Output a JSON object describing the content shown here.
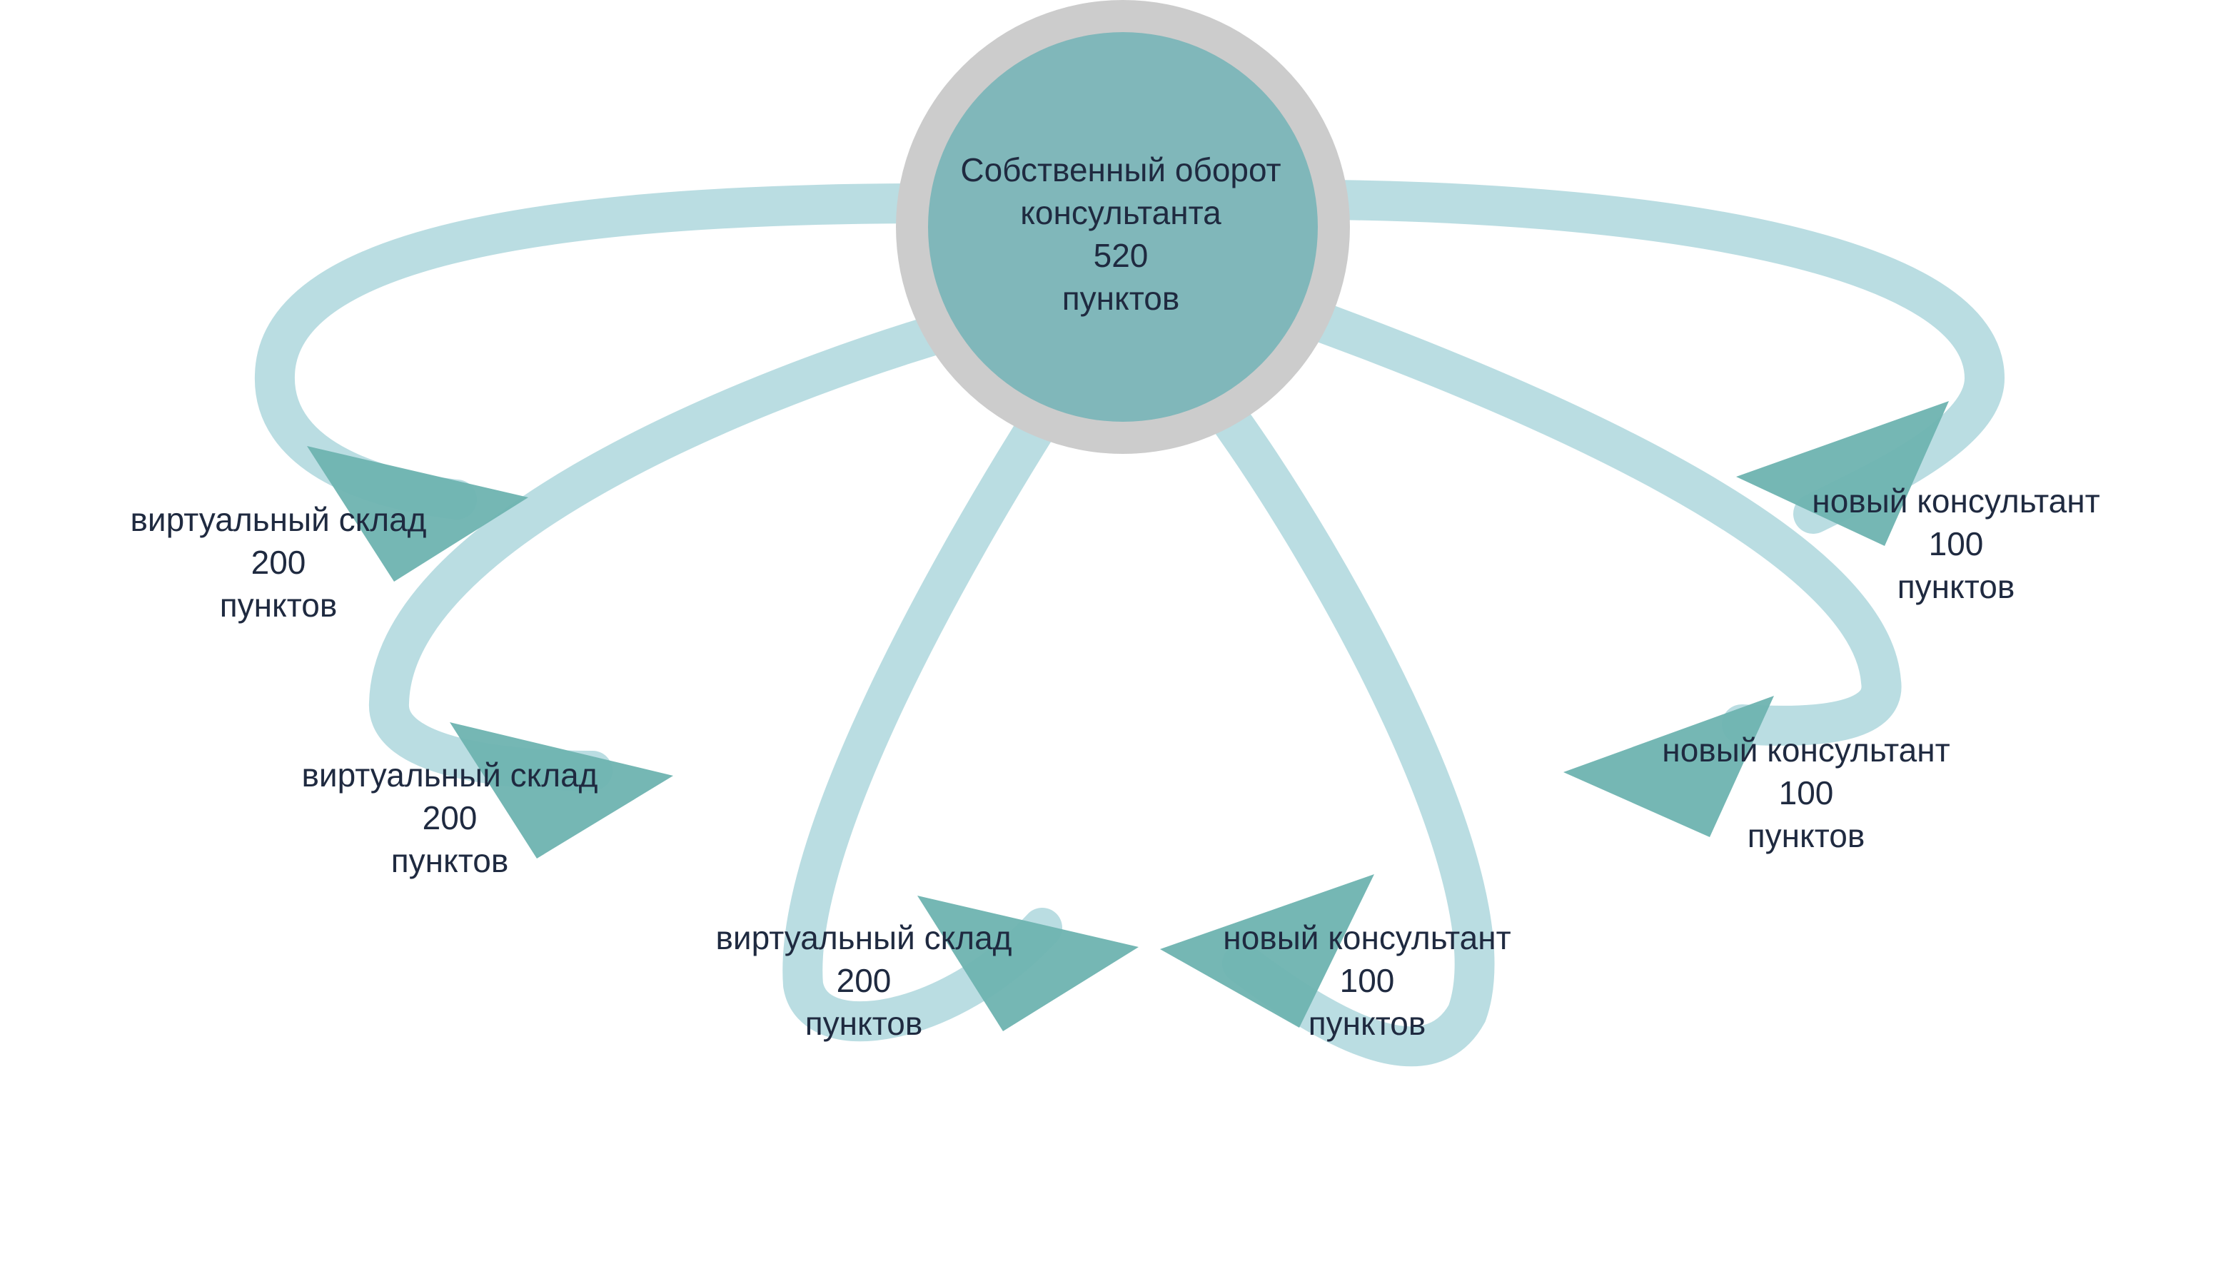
{
  "colors": {
    "loop": "#8cc7cf",
    "arrow": "#6eb3b0",
    "hub_fill": "#7db6b9",
    "hub_ring": "#cccccc",
    "text": "#1f2a40"
  },
  "hub": {
    "line1": "Собственный оборот",
    "line2": "консультанта",
    "value": "520",
    "unit": "пунктов"
  },
  "nodes": [
    {
      "id": "vs1",
      "title": "виртуальный склад",
      "value": "200",
      "unit": "пунктов"
    },
    {
      "id": "vs2",
      "title": "виртуальный склад",
      "value": "200",
      "unit": "пунктов"
    },
    {
      "id": "vs3",
      "title": "виртуальный склад",
      "value": "200",
      "unit": "пунктов"
    },
    {
      "id": "nk1",
      "title": "новый консультант",
      "value": "100",
      "unit": "пунктов"
    },
    {
      "id": "nk2",
      "title": "новый консультант",
      "value": "100",
      "unit": "пунктов"
    },
    {
      "id": "nk3",
      "title": "новый консультант",
      "value": "100",
      "unit": "пунктов"
    }
  ]
}
